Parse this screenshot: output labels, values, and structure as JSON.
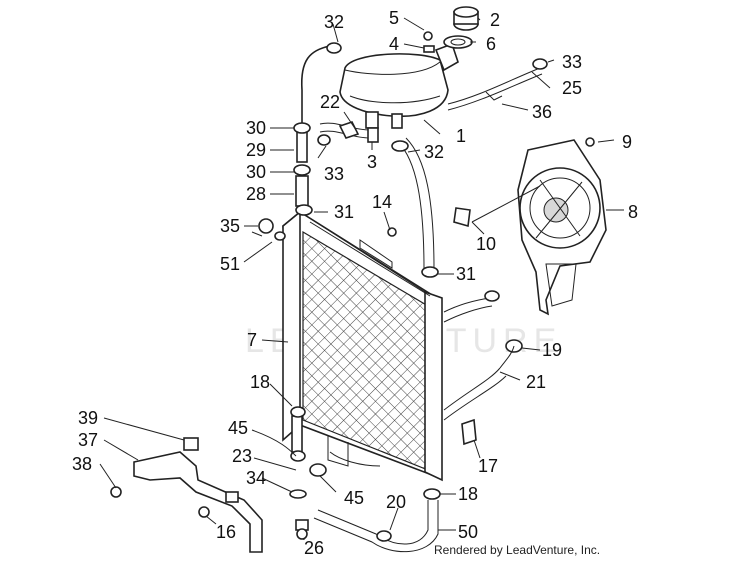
{
  "watermark": "LEADVENTURE",
  "credit": "Rendered by LeadVenture, Inc.",
  "labels": {
    "l1": "1",
    "l2": "2",
    "l3": "3",
    "l4": "4",
    "l5": "5",
    "l6": "6",
    "l7": "7",
    "l8": "8",
    "l9": "9",
    "l10": "10",
    "l14": "14",
    "l16": "16",
    "l17": "17",
    "l18a": "18",
    "l18b": "18",
    "l19": "19",
    "l20": "20",
    "l21": "21",
    "l22": "22",
    "l23": "23",
    "l25": "25",
    "l26": "26",
    "l28": "28",
    "l29": "29",
    "l30a": "30",
    "l30b": "30",
    "l31a": "31",
    "l31b": "31",
    "l32a": "32",
    "l32b": "32",
    "l33a": "33",
    "l33b": "33",
    "l34": "34",
    "l35": "35",
    "l36": "36",
    "l37": "37",
    "l38": "38",
    "l39": "39",
    "l45a": "45",
    "l45b": "45",
    "l50": "50",
    "l51": "51"
  }
}
